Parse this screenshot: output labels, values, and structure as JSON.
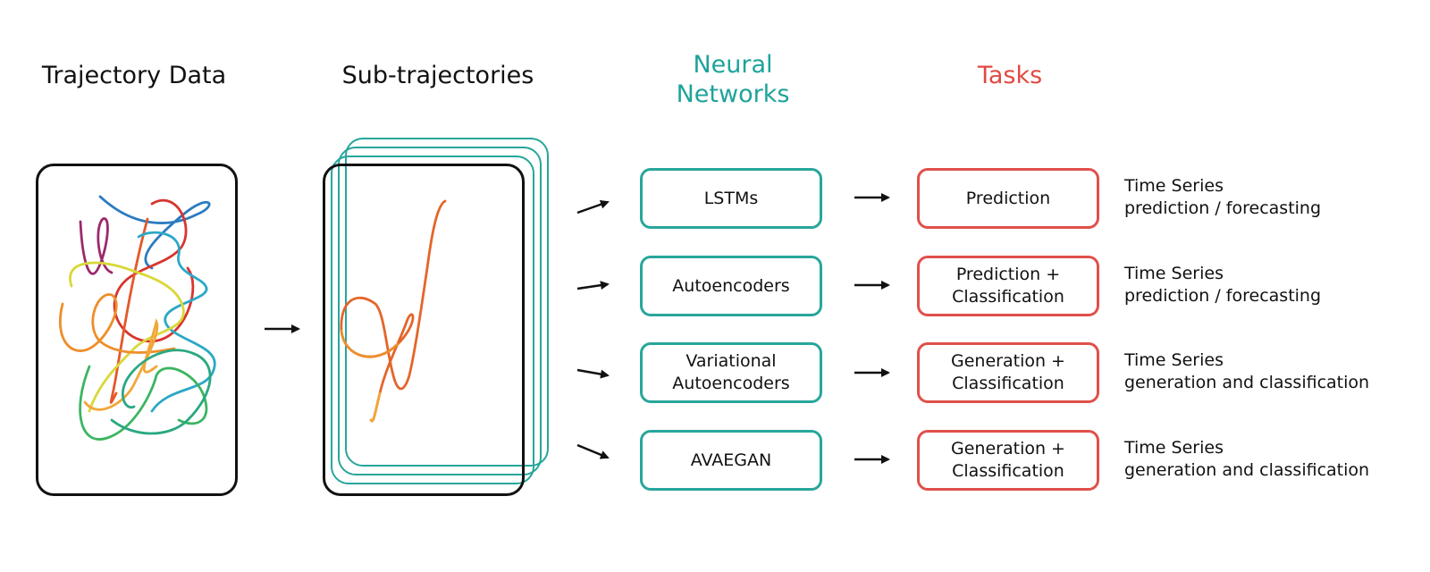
{
  "headers": {
    "trajectory": "Trajectory Data",
    "sub": "Sub-trajectories",
    "neural_line1": "Neural",
    "neural_line2": "Networks",
    "tasks": "Tasks"
  },
  "networks": [
    {
      "line1": "LSTMs",
      "line2": ""
    },
    {
      "line1": "Autoencoders",
      "line2": ""
    },
    {
      "line1": "Variational",
      "line2": "Autoencoders"
    },
    {
      "line1": "AVAEGAN",
      "line2": ""
    }
  ],
  "tasks": [
    {
      "line1": "Prediction",
      "line2": ""
    },
    {
      "line1": "Prediction +",
      "line2": "Classification"
    },
    {
      "line1": "Generation +",
      "line2": "Classification"
    },
    {
      "line1": "Generation +",
      "line2": "Classification"
    }
  ],
  "descriptions": [
    {
      "line1": "Time Series",
      "line2": "prediction / forecasting"
    },
    {
      "line1": "Time Series",
      "line2": "prediction / forecasting"
    },
    {
      "line1": "Time Series",
      "line2": "generation and classification"
    },
    {
      "line1": "Time Series",
      "line2": "generation and classification"
    }
  ],
  "colors": {
    "neural_accent": "#1ea39a",
    "task_accent": "#e04a43",
    "frame_border": "#111111"
  }
}
